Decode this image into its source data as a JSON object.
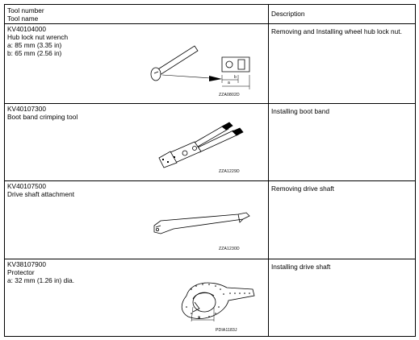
{
  "header": {
    "tool_number": "Tool number",
    "tool_name": "Tool name",
    "description": "Description"
  },
  "rows": [
    {
      "tool_number": "KV40104000",
      "tool_name": "Hub lock nut wrench",
      "spec_lines": [
        "a: 85 mm (3.35 in)",
        "b: 65 mm (2.56 in)"
      ],
      "image_code": "ZZA0802D",
      "image_labels": [
        "a",
        "b"
      ],
      "description": "Removing and Installing wheel hub lock nut.",
      "icon": "hub-lock-nut-wrench-icon"
    },
    {
      "tool_number": "KV40107300",
      "tool_name": "Boot band crimping tool",
      "spec_lines": [],
      "image_code": "ZZA1229D",
      "image_labels": [],
      "description": "Installing boot band",
      "icon": "boot-band-crimping-tool-icon"
    },
    {
      "tool_number": "KV40107500",
      "tool_name": "Drive shaft attachment",
      "spec_lines": [],
      "image_code": "ZZA1230D",
      "image_labels": [],
      "description": "Removing drive shaft",
      "icon": "drive-shaft-attachment-icon"
    },
    {
      "tool_number": "KV38107900",
      "tool_name": "Protector",
      "spec_lines": [
        "a: 32 mm (1.26 in) dia."
      ],
      "image_code": "PDIA1183J",
      "image_labels": [
        "a"
      ],
      "description": "Installing drive shaft",
      "icon": "protector-icon"
    }
  ]
}
